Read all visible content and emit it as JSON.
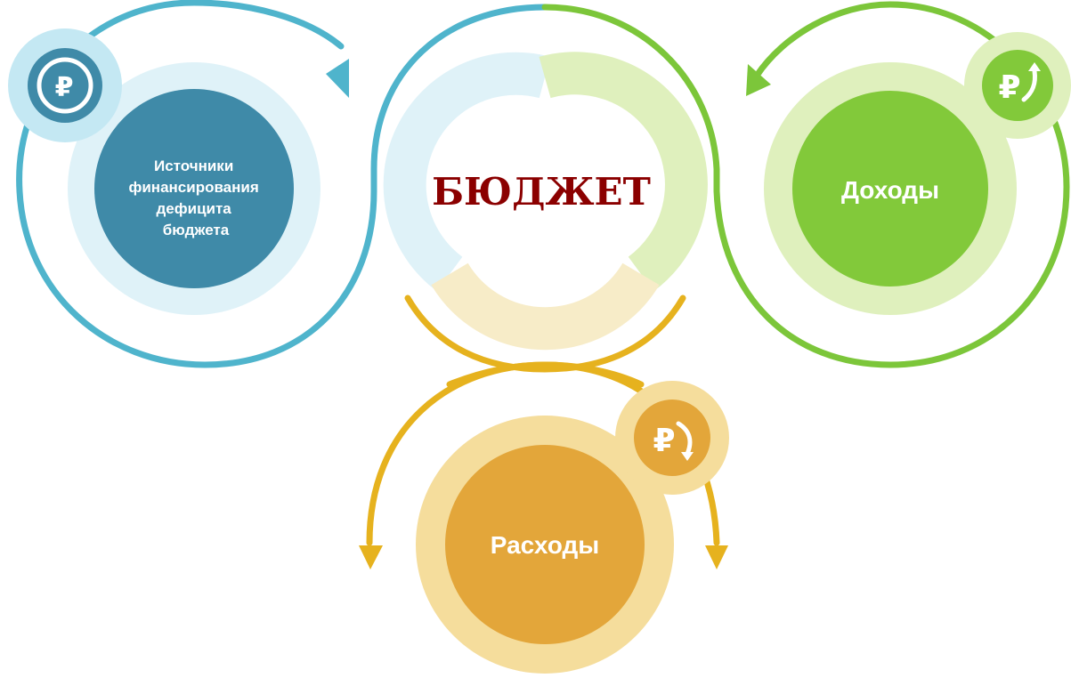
{
  "center": {
    "title": "БЮДЖЕТ",
    "title_color": "#8b0000"
  },
  "nodes": {
    "sources": {
      "lines": [
        "Источники",
        "финансирования",
        "дефицита",
        "бюджета"
      ],
      "color": "#3f8aa8",
      "icon": "ruble-coin-icon"
    },
    "income": {
      "label": "Доходы",
      "color": "#82c93a",
      "icon": "ruble-up-arrow-icon"
    },
    "expenses": {
      "label": "Расходы",
      "color": "#e3a63a",
      "icon": "ruble-down-arrow-icon"
    }
  },
  "colors": {
    "blue_line": "#4fb4cc",
    "green_line": "#7cc63a",
    "yellow_line": "#e6b21e"
  }
}
